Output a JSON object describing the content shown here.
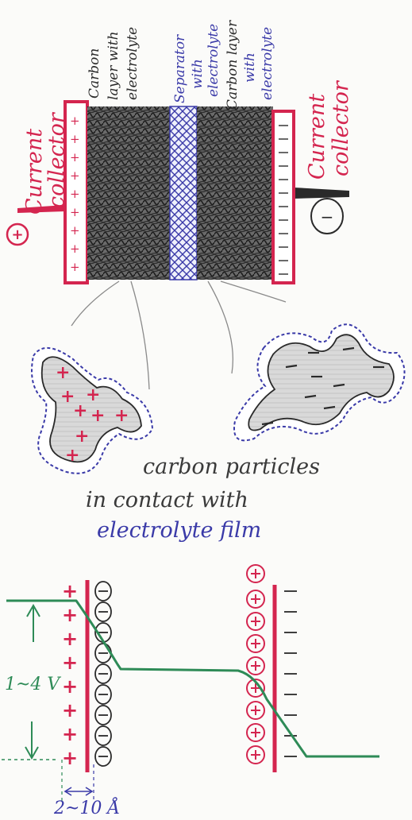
{
  "colors": {
    "red": "#d4254f",
    "black": "#2a2a2a",
    "blue": "#3a3aa8",
    "green": "#2e8b57",
    "grey": "#9a9a9a",
    "paper": "#fbfbf9"
  },
  "labels": {
    "carbon_layer_left": [
      "Carbon",
      "layer with",
      "electrolyte"
    ],
    "separator": [
      "Separator",
      "with",
      "electrolyte"
    ],
    "carbon_layer_right": [
      "Carbon layer",
      "with",
      "electrolyte"
    ],
    "collector_left": [
      "Current",
      "collector"
    ],
    "collector_right": [
      "Current",
      "collector"
    ],
    "terminal_plus": "+",
    "terminal_minus": "−",
    "particles_caption_1": "carbon particles",
    "particles_caption_2": "in contact with",
    "particles_caption_3": "electrolyte film",
    "voltage": "1~4 V",
    "distance": "2~10 Å"
  },
  "icons": [
    "plus-sign",
    "minus-sign",
    "plus-ion-circle",
    "minus-ion-circle",
    "arrow-up",
    "arrow-down",
    "double-arrow"
  ]
}
